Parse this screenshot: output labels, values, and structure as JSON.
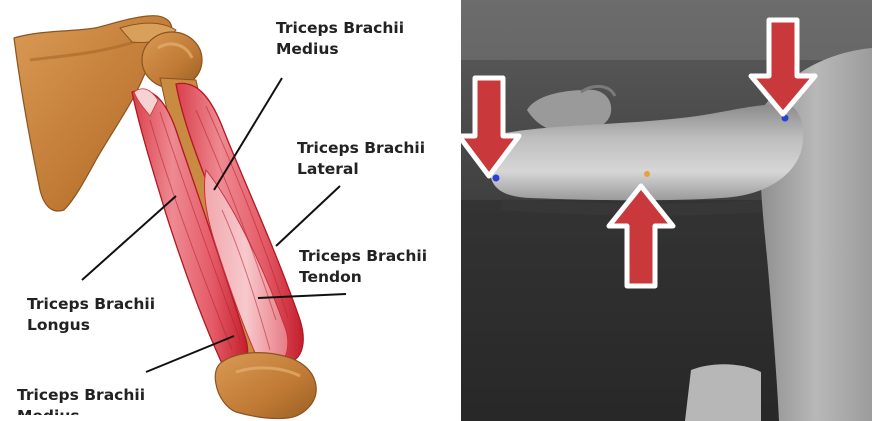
{
  "labels": {
    "medius_top": "Triceps Brachii\nMedius",
    "lateral": "Triceps Brachii\nLateral",
    "tendon": "Triceps Brachii\nTendon",
    "longus": "Triceps Brachii\nLongus",
    "medius_bottom": "Triceps Brachii\nMedius"
  },
  "colors": {
    "bone": "#c98a42",
    "bone_shadow": "#9a5f22",
    "muscle": "#e8737d",
    "muscle_dark": "#c8202e",
    "arrow_fill": "#c9383a",
    "arrow_outline": "#ffffff",
    "landmark_blue": "#2b3fd4",
    "landmark_orange": "#e8a13a"
  },
  "arrows": [
    {
      "name": "left-arrow",
      "direction": "down"
    },
    {
      "name": "right-arrow",
      "direction": "down"
    },
    {
      "name": "center-arrow",
      "direction": "up"
    }
  ]
}
